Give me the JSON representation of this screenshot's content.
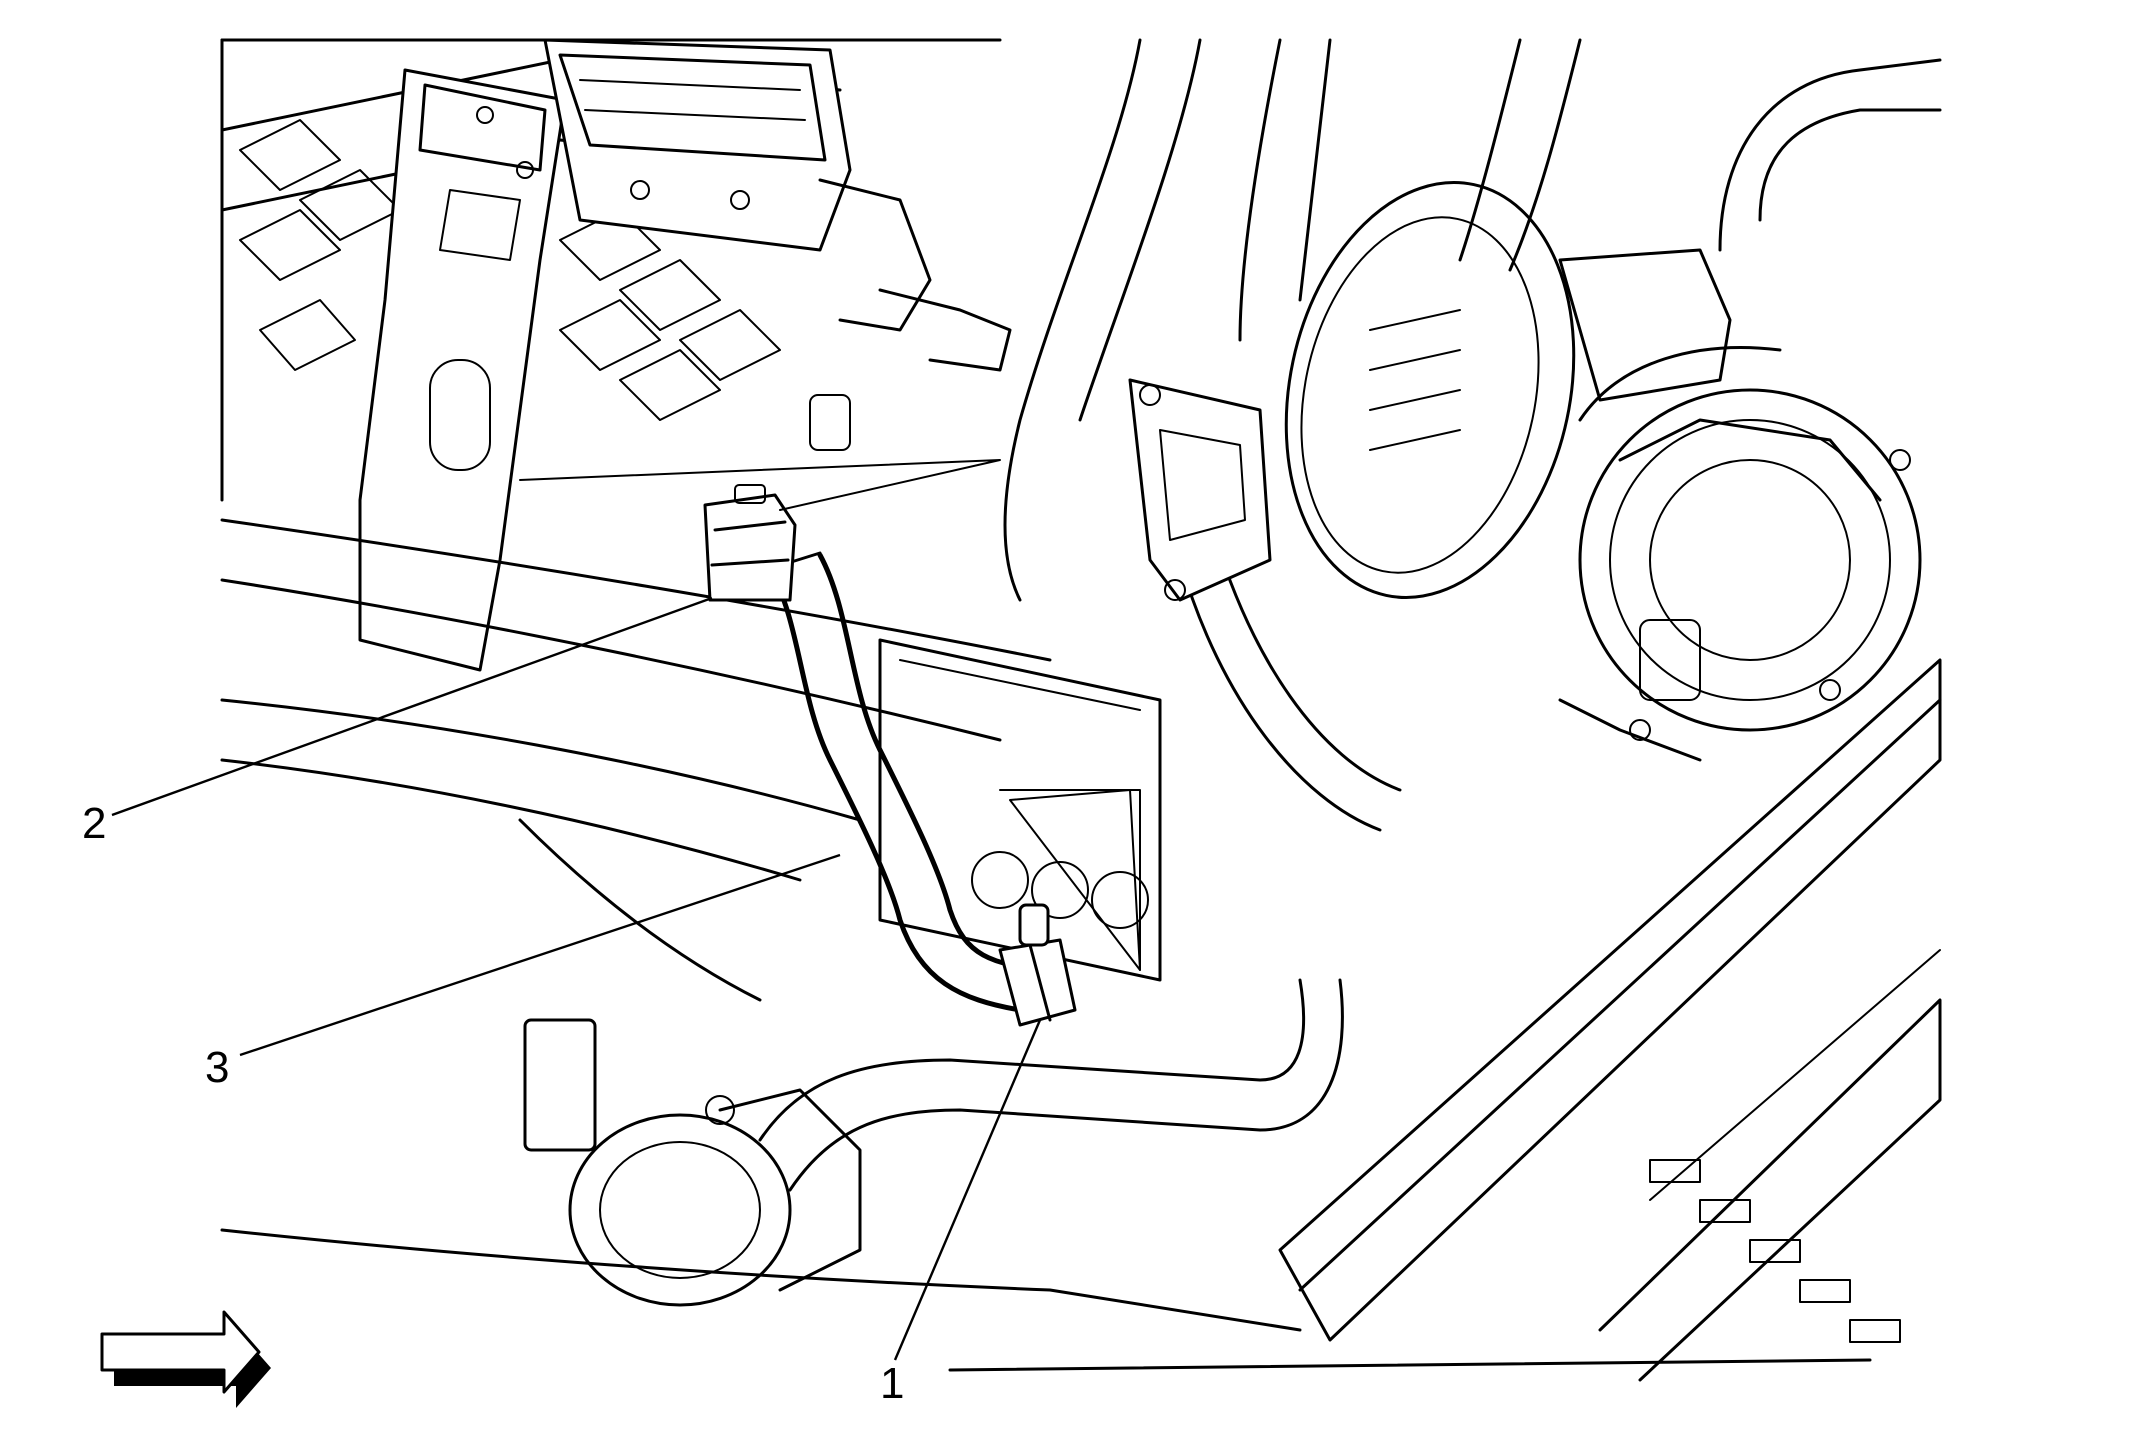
{
  "diagram": {
    "callouts": [
      {
        "id": "1",
        "label": "1"
      },
      {
        "id": "2",
        "label": "2"
      },
      {
        "id": "3",
        "label": "3"
      }
    ],
    "direction_arrow_icon": "right-arrow-icon",
    "colors": {
      "line": "#000000",
      "background": "#ffffff"
    }
  }
}
